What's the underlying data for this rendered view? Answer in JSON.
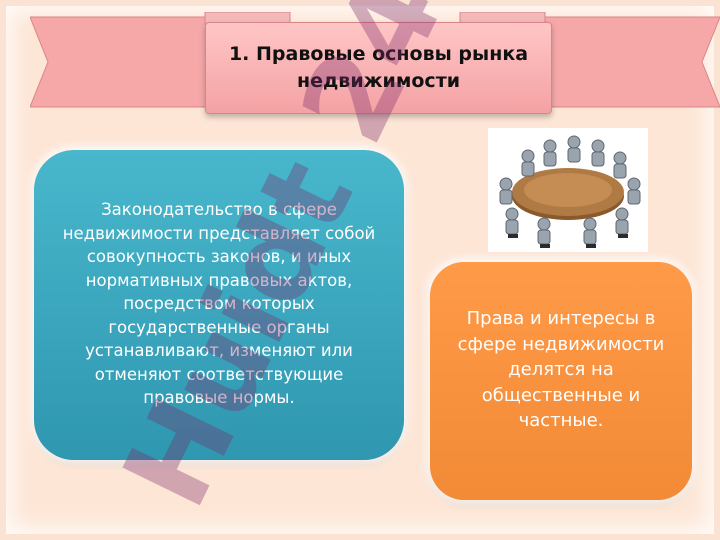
{
  "slide": {
    "title": "1. Правовые основы рынка\nнедвижимости",
    "left_box_text": "Законодательство в сфере недвижимости представляет собой совокупность законов, и иных нормативных правовых актов, посредством которых государственные органы устанавливают, изменяют или отменяют соответствующие правовые нормы.",
    "right_box_text": "Права и интересы в сфере недвижимости делятся на общественные и частные."
  },
  "watermark": {
    "text": "Huidt 24"
  },
  "colors": {
    "background": "#fde6d6",
    "banner": "#f6a8a8",
    "left_box": "#3aa6bf",
    "right_box": "#f7903e",
    "watermark": "#7a2a6a"
  },
  "icons": {
    "picture": "meeting-table-icon"
  }
}
